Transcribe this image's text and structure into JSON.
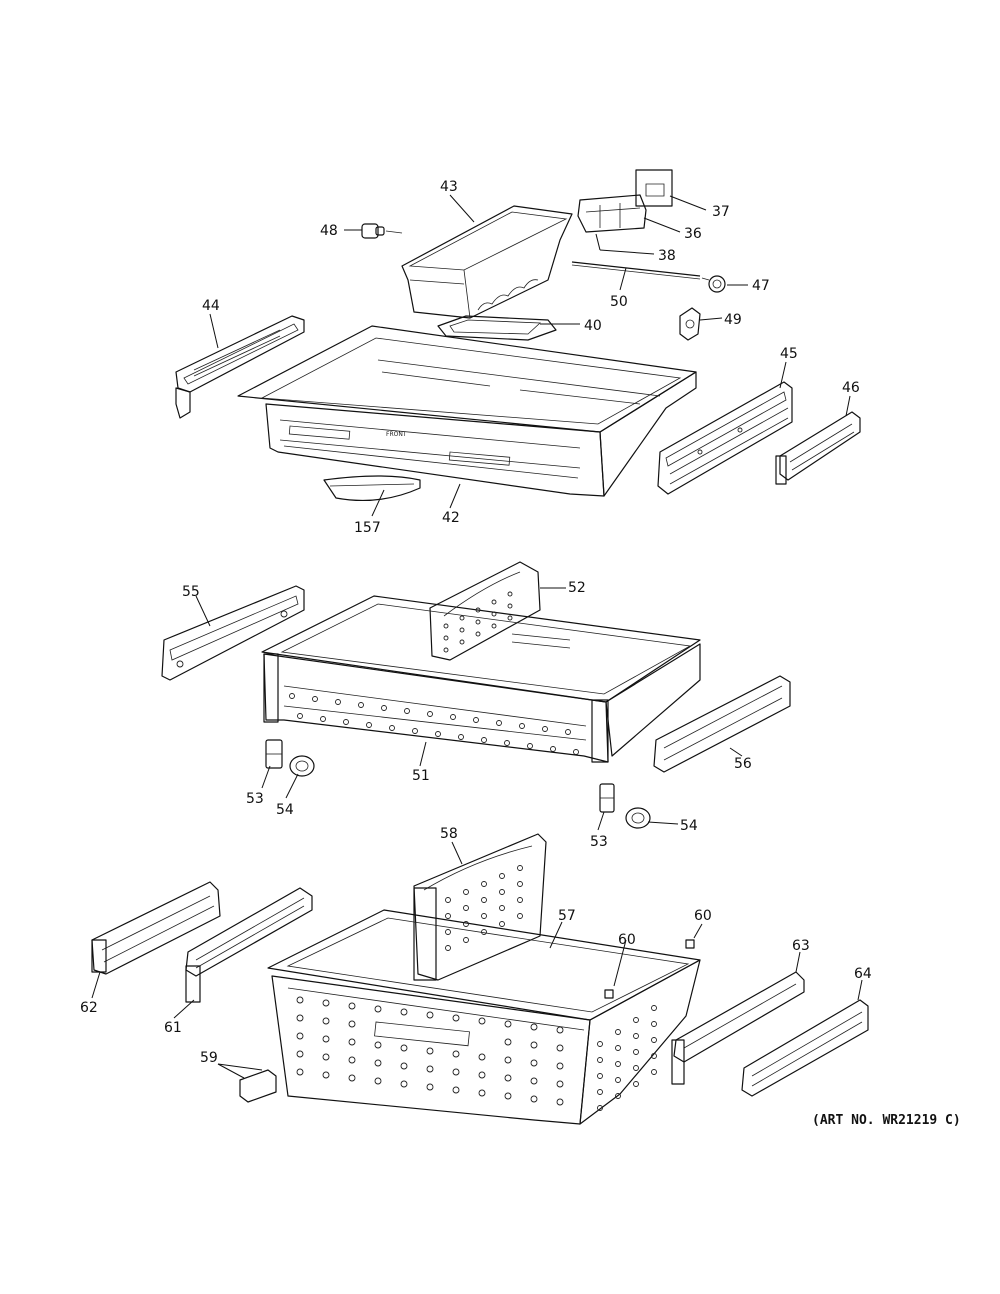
{
  "callouts": [
    {
      "id": "c43",
      "label": "43"
    },
    {
      "id": "c37",
      "label": "37"
    },
    {
      "id": "c36",
      "label": "36"
    },
    {
      "id": "c48",
      "label": "48"
    },
    {
      "id": "c38",
      "label": "38"
    },
    {
      "id": "c47",
      "label": "47"
    },
    {
      "id": "c50",
      "label": "50"
    },
    {
      "id": "c40",
      "label": "40"
    },
    {
      "id": "c49",
      "label": "49"
    },
    {
      "id": "c44",
      "label": "44"
    },
    {
      "id": "c45",
      "label": "45"
    },
    {
      "id": "c46",
      "label": "46"
    },
    {
      "id": "c157",
      "label": "157"
    },
    {
      "id": "c42",
      "label": "42"
    },
    {
      "id": "c55",
      "label": "55"
    },
    {
      "id": "c52",
      "label": "52"
    },
    {
      "id": "c51",
      "label": "51"
    },
    {
      "id": "c56",
      "label": "56"
    },
    {
      "id": "c53a",
      "label": "53"
    },
    {
      "id": "c54a",
      "label": "54"
    },
    {
      "id": "c53b",
      "label": "53"
    },
    {
      "id": "c54b",
      "label": "54"
    },
    {
      "id": "c58",
      "label": "58"
    },
    {
      "id": "c60a",
      "label": "60"
    },
    {
      "id": "c60b",
      "label": "60"
    },
    {
      "id": "c57",
      "label": "57"
    },
    {
      "id": "c63",
      "label": "63"
    },
    {
      "id": "c64",
      "label": "64"
    },
    {
      "id": "c62",
      "label": "62"
    },
    {
      "id": "c61",
      "label": "61"
    },
    {
      "id": "c59",
      "label": "59"
    }
  ],
  "art_number": "(ART NO. WR21219 C)",
  "front_label": "FRONT"
}
